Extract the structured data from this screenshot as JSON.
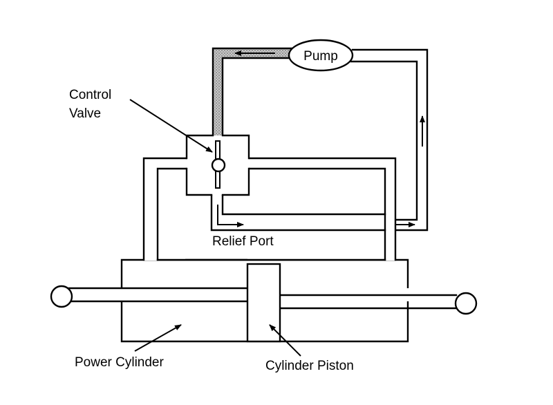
{
  "labels": {
    "pump": "Pump",
    "control_valve_line1": "Control",
    "control_valve_line2": "Valve",
    "relief_port": "Relief Port",
    "power_cylinder": "Power Cylinder",
    "cylinder_piston": "Cylinder Piston"
  },
  "colors": {
    "line": "#000000",
    "background": "#ffffff",
    "pressurized_fill": "#9a9a9a"
  }
}
